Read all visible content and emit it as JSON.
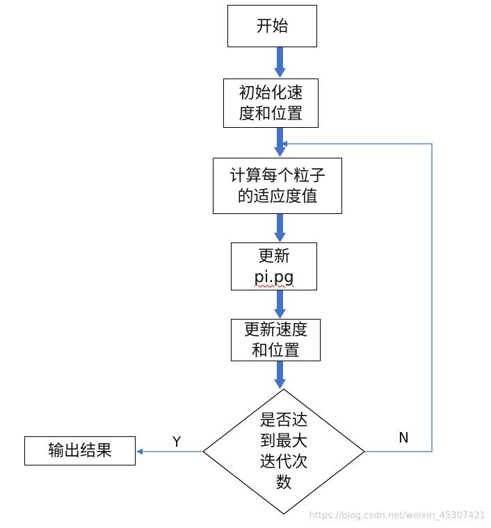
{
  "nodes": {
    "start": "开始",
    "init": [
      "初始化速",
      "度和位置"
    ],
    "fitness": [
      "计算每个粒子",
      "的适应度值"
    ],
    "update_p": [
      "更新",
      "pi.pg"
    ],
    "update_vx": [
      "更新速度",
      "和位置"
    ],
    "decision": [
      "是否达",
      "到最大",
      "迭代次",
      "数"
    ],
    "output": "输出结果"
  },
  "edges": {
    "yes_label": "Y",
    "no_label": "N"
  },
  "watermark": "https://blog.csdn.net/weixin_45307421",
  "colors": {
    "main_arrow": "#4472c4",
    "loop_line": "#4472c4",
    "border": "#000000"
  }
}
